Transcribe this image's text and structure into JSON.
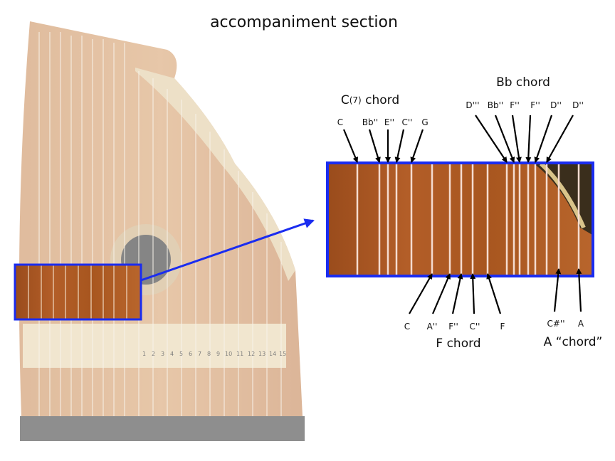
{
  "title": "accompaniment section",
  "colors": {
    "highlight": "#1a2cf0",
    "arrow": "#000000",
    "wood": "#b5642c"
  },
  "zither": {
    "fret_numbers": [
      "1",
      "2",
      "3",
      "4",
      "5",
      "6",
      "7",
      "8",
      "9",
      "10",
      "11",
      "12",
      "13",
      "14",
      "15"
    ]
  },
  "chords": {
    "c7": {
      "name_prefix": "C",
      "name_sub": "(7)",
      "name_suffix": "chord",
      "notes": [
        "C",
        "Bb''",
        "E''",
        "C''",
        "G"
      ]
    },
    "bb": {
      "name": "Bb chord",
      "notes": [
        "D'''",
        "Bb''",
        "F''",
        "F''",
        "D''",
        "D''"
      ]
    },
    "f": {
      "name": "F chord",
      "notes": [
        "C",
        "A''",
        "F''",
        "C''",
        "F"
      ]
    },
    "a": {
      "name": "A “chord”",
      "notes": [
        "C#''",
        "A"
      ]
    }
  }
}
